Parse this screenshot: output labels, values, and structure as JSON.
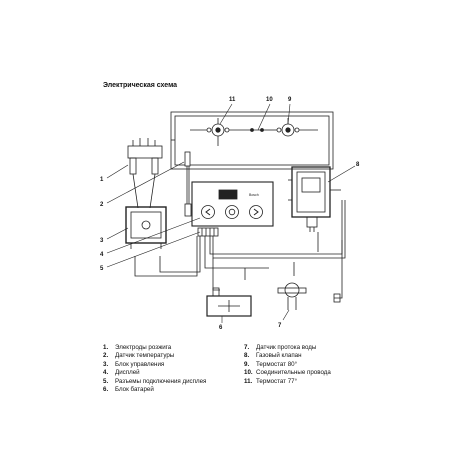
{
  "title": "Электрическая схема",
  "callouts": [
    "1",
    "2",
    "3",
    "4",
    "5",
    "6",
    "7",
    "8",
    "9",
    "10",
    "11"
  ],
  "legend": [
    {
      "num": "1.",
      "text": "Электроды розжига"
    },
    {
      "num": "2.",
      "text": "Датчик температуры"
    },
    {
      "num": "3.",
      "text": "Блок управления"
    },
    {
      "num": "4.",
      "text": "Дисплей"
    },
    {
      "num": "5.",
      "text": "Разъемы подключения дисплея"
    },
    {
      "num": "6.",
      "text": "Блок батарей"
    },
    {
      "num": "7.",
      "text": "Датчик протока воды"
    },
    {
      "num": "8.",
      "text": "Газовый клапан"
    },
    {
      "num": "9.",
      "text": "Термостат 80°"
    },
    {
      "num": "10.",
      "text": "Соединительные провода"
    },
    {
      "num": "11.",
      "text": "Термостат 77°"
    }
  ]
}
